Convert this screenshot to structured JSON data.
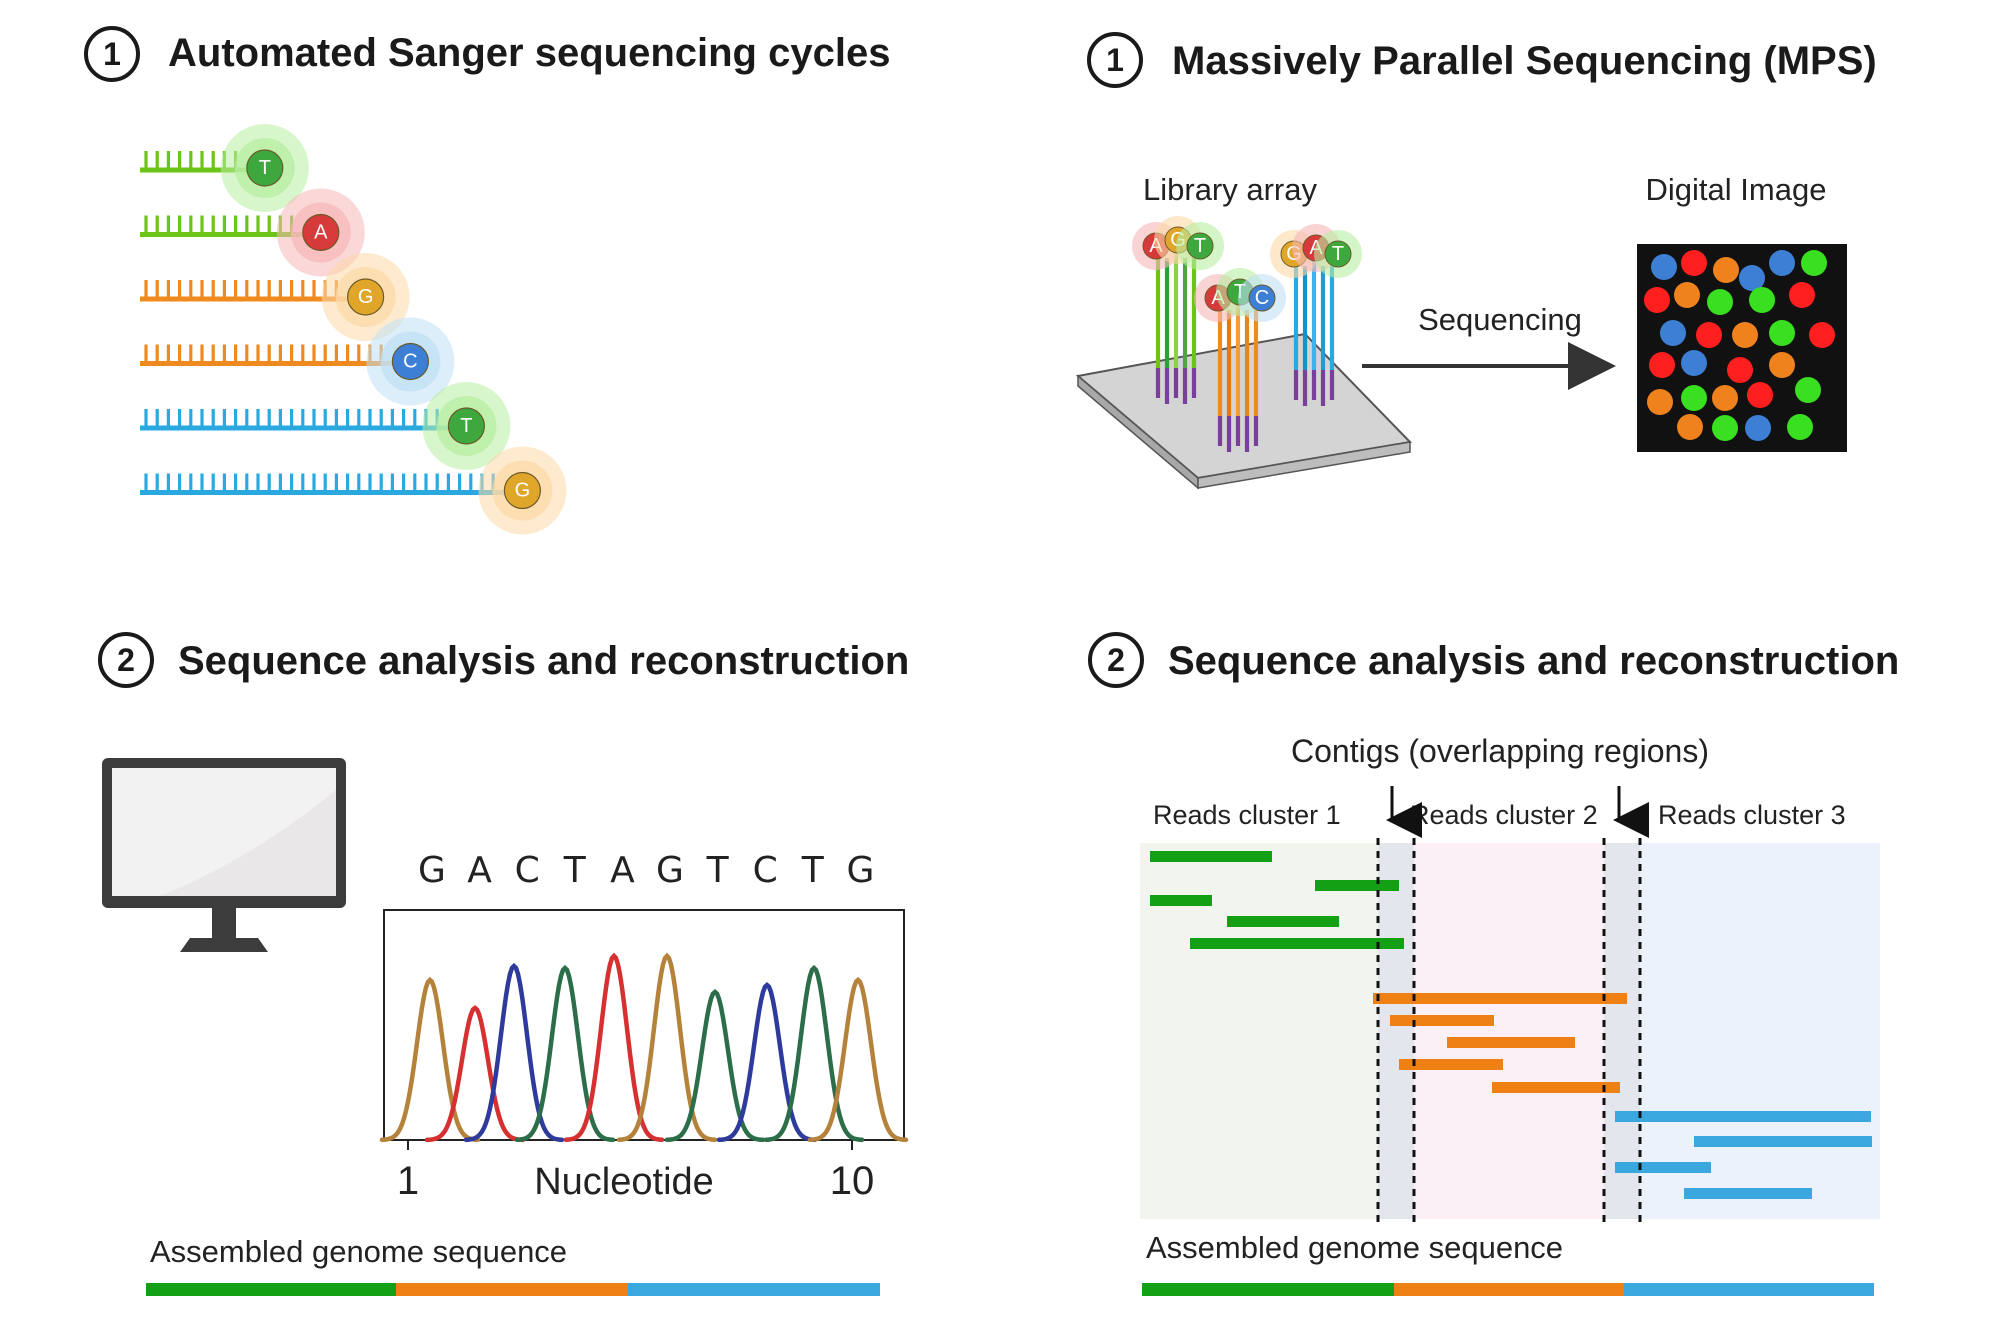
{
  "panels": {
    "sanger": {
      "step": "1",
      "title": "Automated Sanger sequencing cycles",
      "strands": [
        {
          "color": "#6cc417",
          "teeth": 9,
          "base": "T",
          "base_color": "#3ea83e",
          "glow": "#b8efa2"
        },
        {
          "color": "#6cc417",
          "teeth": 14,
          "base": "A",
          "base_color": "#d63a3a",
          "glow": "#f7b8b8"
        },
        {
          "color": "#ef8a1e",
          "teeth": 18,
          "base": "G",
          "base_color": "#e0a62a",
          "glow": "#fbd9a7"
        },
        {
          "color": "#ef8a1e",
          "teeth": 22,
          "base": "C",
          "base_color": "#3d7fd4",
          "glow": "#bfe0f4"
        },
        {
          "color": "#2aa8e0",
          "teeth": 27,
          "base": "T",
          "base_color": "#3ea83e",
          "glow": "#b8efa2"
        },
        {
          "color": "#2aa8e0",
          "teeth": 32,
          "base": "G",
          "base_color": "#e0a62a",
          "glow": "#fbd9a7"
        }
      ]
    },
    "mps": {
      "step": "1",
      "title": "Massively Parallel Sequencing (MPS)",
      "library_label": "Library array",
      "digital_label": "Digital Image",
      "arrow_label": "Sequencing",
      "cluster_bases": [
        [
          "A",
          "G",
          "T"
        ],
        [
          "A",
          "T",
          "C"
        ],
        [
          "G",
          "A",
          "T"
        ]
      ],
      "dot_colors": {
        "blue": "#3d7fd4",
        "red": "#ff1f1f",
        "orange": "#f0821e",
        "green": "#39e01f"
      },
      "dots": [
        "blue",
        "red",
        "orange",
        "blue",
        "blue",
        "green",
        "red",
        "orange",
        "green",
        "green",
        "red",
        "blue",
        "red",
        "orange",
        "green",
        "red",
        "red",
        "blue",
        "red",
        "orange",
        "orange",
        "green",
        "orange",
        "red",
        "green",
        "orange",
        "green",
        "blue",
        "green"
      ]
    },
    "sanger_analysis": {
      "step": "2",
      "title": "Sequence analysis and reconstruction",
      "sequence": [
        "G",
        "A",
        "C",
        "T",
        "A",
        "G",
        "T",
        "C",
        "T",
        "G"
      ],
      "axis_start": "1",
      "axis_label": "Nucleotide",
      "axis_end": "10",
      "peak_colors": [
        "#b5823b",
        "#d63030",
        "#2e3b9c",
        "#2c6e4a",
        "#d63030",
        "#b5823b",
        "#2c6e4a",
        "#2e3b9c",
        "#2c6e4a",
        "#b5823b"
      ],
      "assembled_label": "Assembled genome sequence"
    },
    "mps_analysis": {
      "step": "2",
      "title": "Sequence analysis and reconstruction",
      "contigs_label": "Contigs (overlapping regions)",
      "clusters": [
        "Reads cluster 1",
        "Reads cluster 2",
        "Reads cluster 3"
      ],
      "assembled_label": "Assembled genome sequence"
    }
  },
  "colors": {
    "green": "#14a014",
    "orange": "#ee8014",
    "blue": "#3aa7de",
    "text": "#1a1a1a"
  }
}
